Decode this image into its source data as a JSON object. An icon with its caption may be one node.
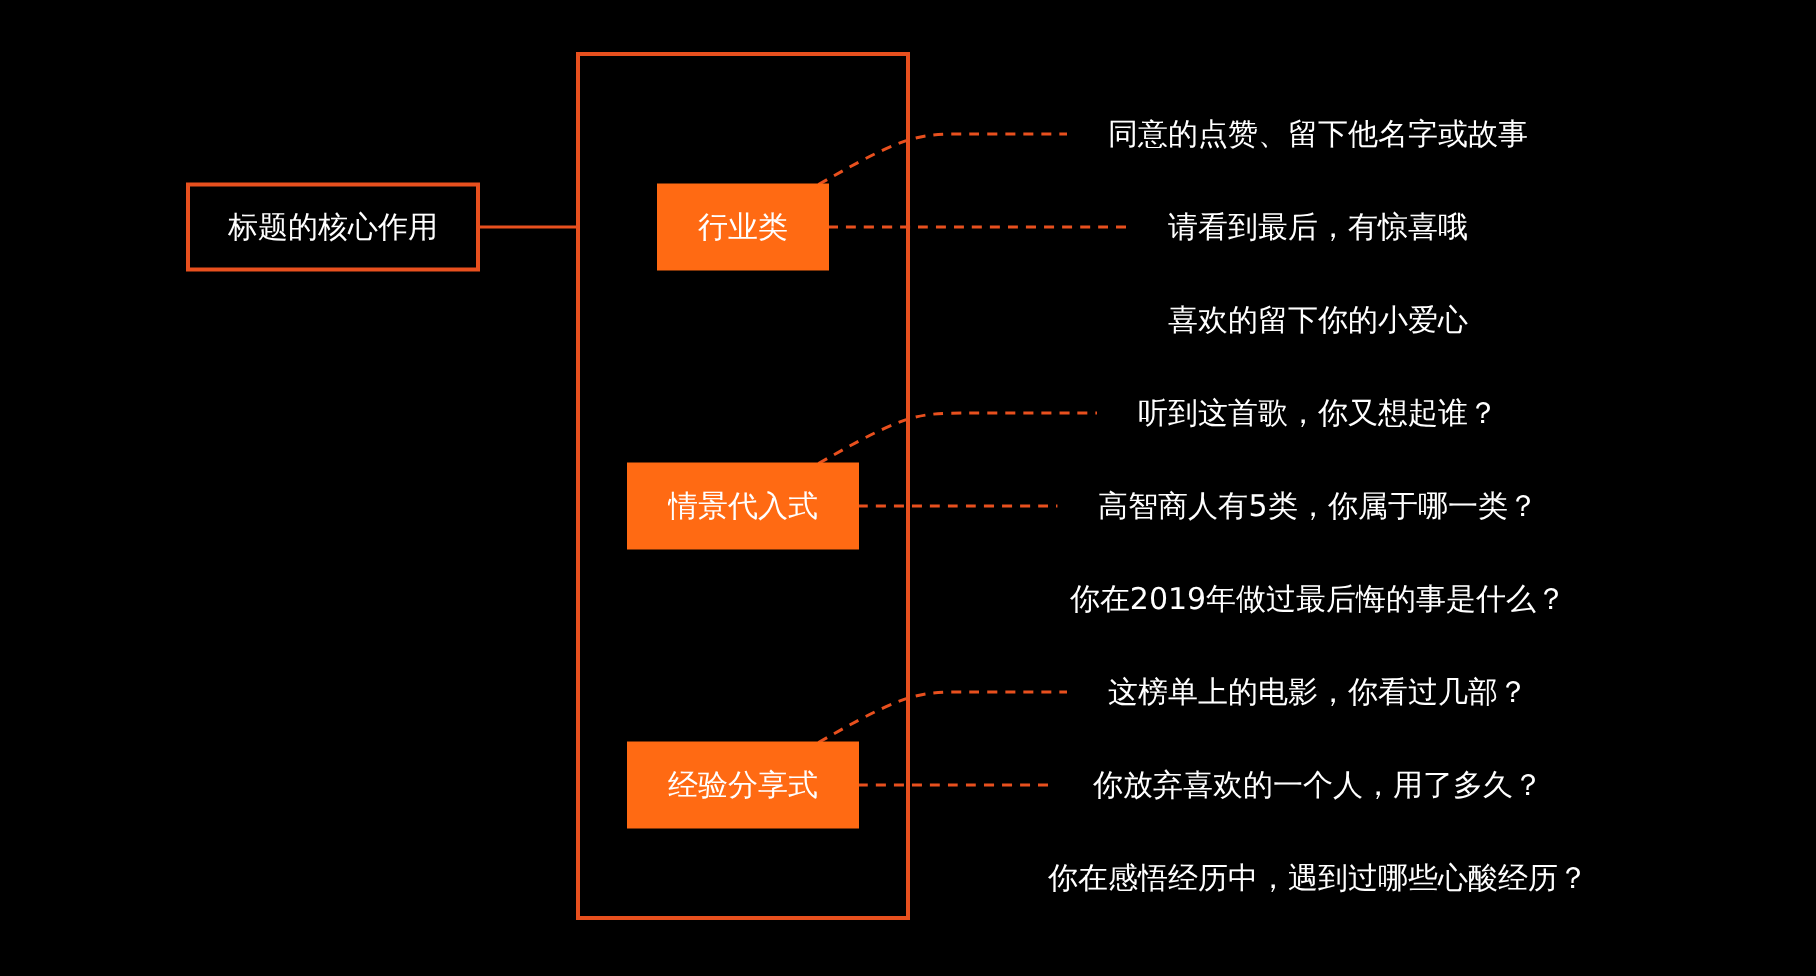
{
  "diagram": {
    "nodes": [
      {
        "text": [
          "标题的核心作用"
        ]
      },
      {
        "text": [],
        "shape": "box"
      },
      {
        "text": [
          "行业类"
        ],
        "in": 1
      },
      {
        "text": [
          "情景代入式"
        ],
        "in": 1
      },
      {
        "text": [
          "经验分享式"
        ],
        "in": 1
      },
      {
        "text": [
          "同意的点赞、留下他名字或故事"
        ]
      },
      {
        "text": [
          "喜欢的留下你的小爱心"
        ]
      },
      {
        "text": [
          "请看到最后，有惊喜哦"
        ]
      },
      {
        "text": [
          "听到这首歌，你又想起谁？"
        ]
      },
      {
        "text": [
          "你在2019年做过最后悔的事是什么？"
        ]
      },
      {
        "text": [
          "高智商人有5类，你属于哪一类？"
        ]
      },
      {
        "text": [
          "这榜单上的电影，你看过几部？"
        ]
      },
      {
        "text": [
          "你在感悟经历中，遇到过哪些心酸经历？"
        ]
      },
      {
        "text": [
          "你放弃喜欢的一个人，用了多久？"
        ]
      }
    ],
    "edges": [
      {
        "from": 0,
        "to": 1,
        "arrow": "none"
      },
      {
        "from": 2,
        "to": 5,
        "arrow": "none",
        "style": "dashed"
      },
      {
        "from": 2,
        "to": 7,
        "arrow": "none",
        "style": "dashed"
      },
      {
        "from": 3,
        "to": 8,
        "arrow": "none",
        "style": "dashed"
      },
      {
        "from": 3,
        "to": 10,
        "arrow": "none",
        "style": "dashed"
      },
      {
        "from": 4,
        "to": 11,
        "arrow": "none",
        "style": "dashed"
      },
      {
        "from": 4,
        "to": 13,
        "arrow": "none",
        "style": "dashed"
      }
    ]
  }
}
